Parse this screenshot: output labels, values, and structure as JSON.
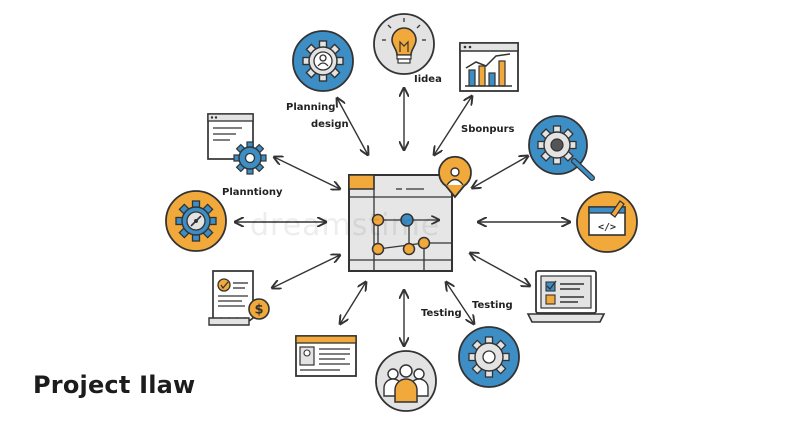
{
  "title": "Project Ilaw",
  "watermark": "dreamstime",
  "labels": {
    "planning_design_1": "Planning",
    "planning_design_2": "design",
    "idea": "Iidea",
    "shonpurs": "Sbonpurs",
    "planntiony": "Planntiony",
    "testing_1": "Testing",
    "testing_2": "Testing"
  },
  "nodes": [
    {
      "name": "planning-design-gear-user-icon"
    },
    {
      "name": "idea-lightbulb-icon"
    },
    {
      "name": "chart-window-icon"
    },
    {
      "name": "gear-magnifier-icon"
    },
    {
      "name": "code-editor-icon"
    },
    {
      "name": "laptop-checklist-icon"
    },
    {
      "name": "team-group-icon"
    },
    {
      "name": "testing-gear-icon"
    },
    {
      "name": "id-card-document-icon"
    },
    {
      "name": "invoice-dollar-icon"
    },
    {
      "name": "compass-gear-icon"
    },
    {
      "name": "browser-gear-icon"
    },
    {
      "name": "location-pin-user-icon"
    }
  ],
  "colors": {
    "blue": "#3d8ec5",
    "orange": "#f0a93a",
    "grey": "#e3e3e3",
    "outline": "#3a3a3a",
    "hub_fill": "#e6e6e6"
  }
}
